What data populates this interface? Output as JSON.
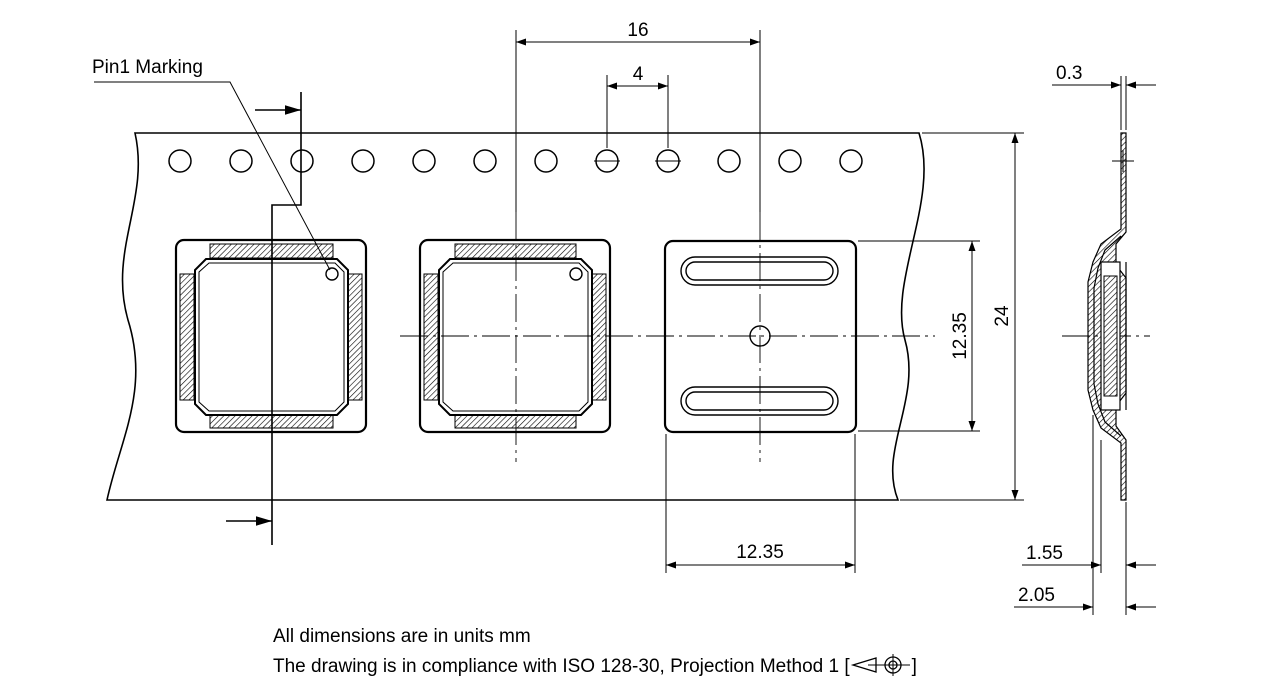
{
  "annotations": {
    "pin1_marking": "Pin1 Marking"
  },
  "dimensions": {
    "pitch_pocket": "16",
    "pitch_sprocket": "4",
    "tape_width": "24",
    "pocket_height": "12.35",
    "pocket_width": "12.35",
    "tape_thickness": "0.3",
    "cover_depth": "1.55",
    "pocket_depth": "2.05"
  },
  "notes": {
    "units": "All dimensions are in units mm",
    "standard_prefix": "The drawing is in compliance with ISO 128-30, Projection Method 1 [",
    "standard_suffix": "]"
  },
  "colors": {
    "line": "#000000",
    "background": "#ffffff"
  }
}
